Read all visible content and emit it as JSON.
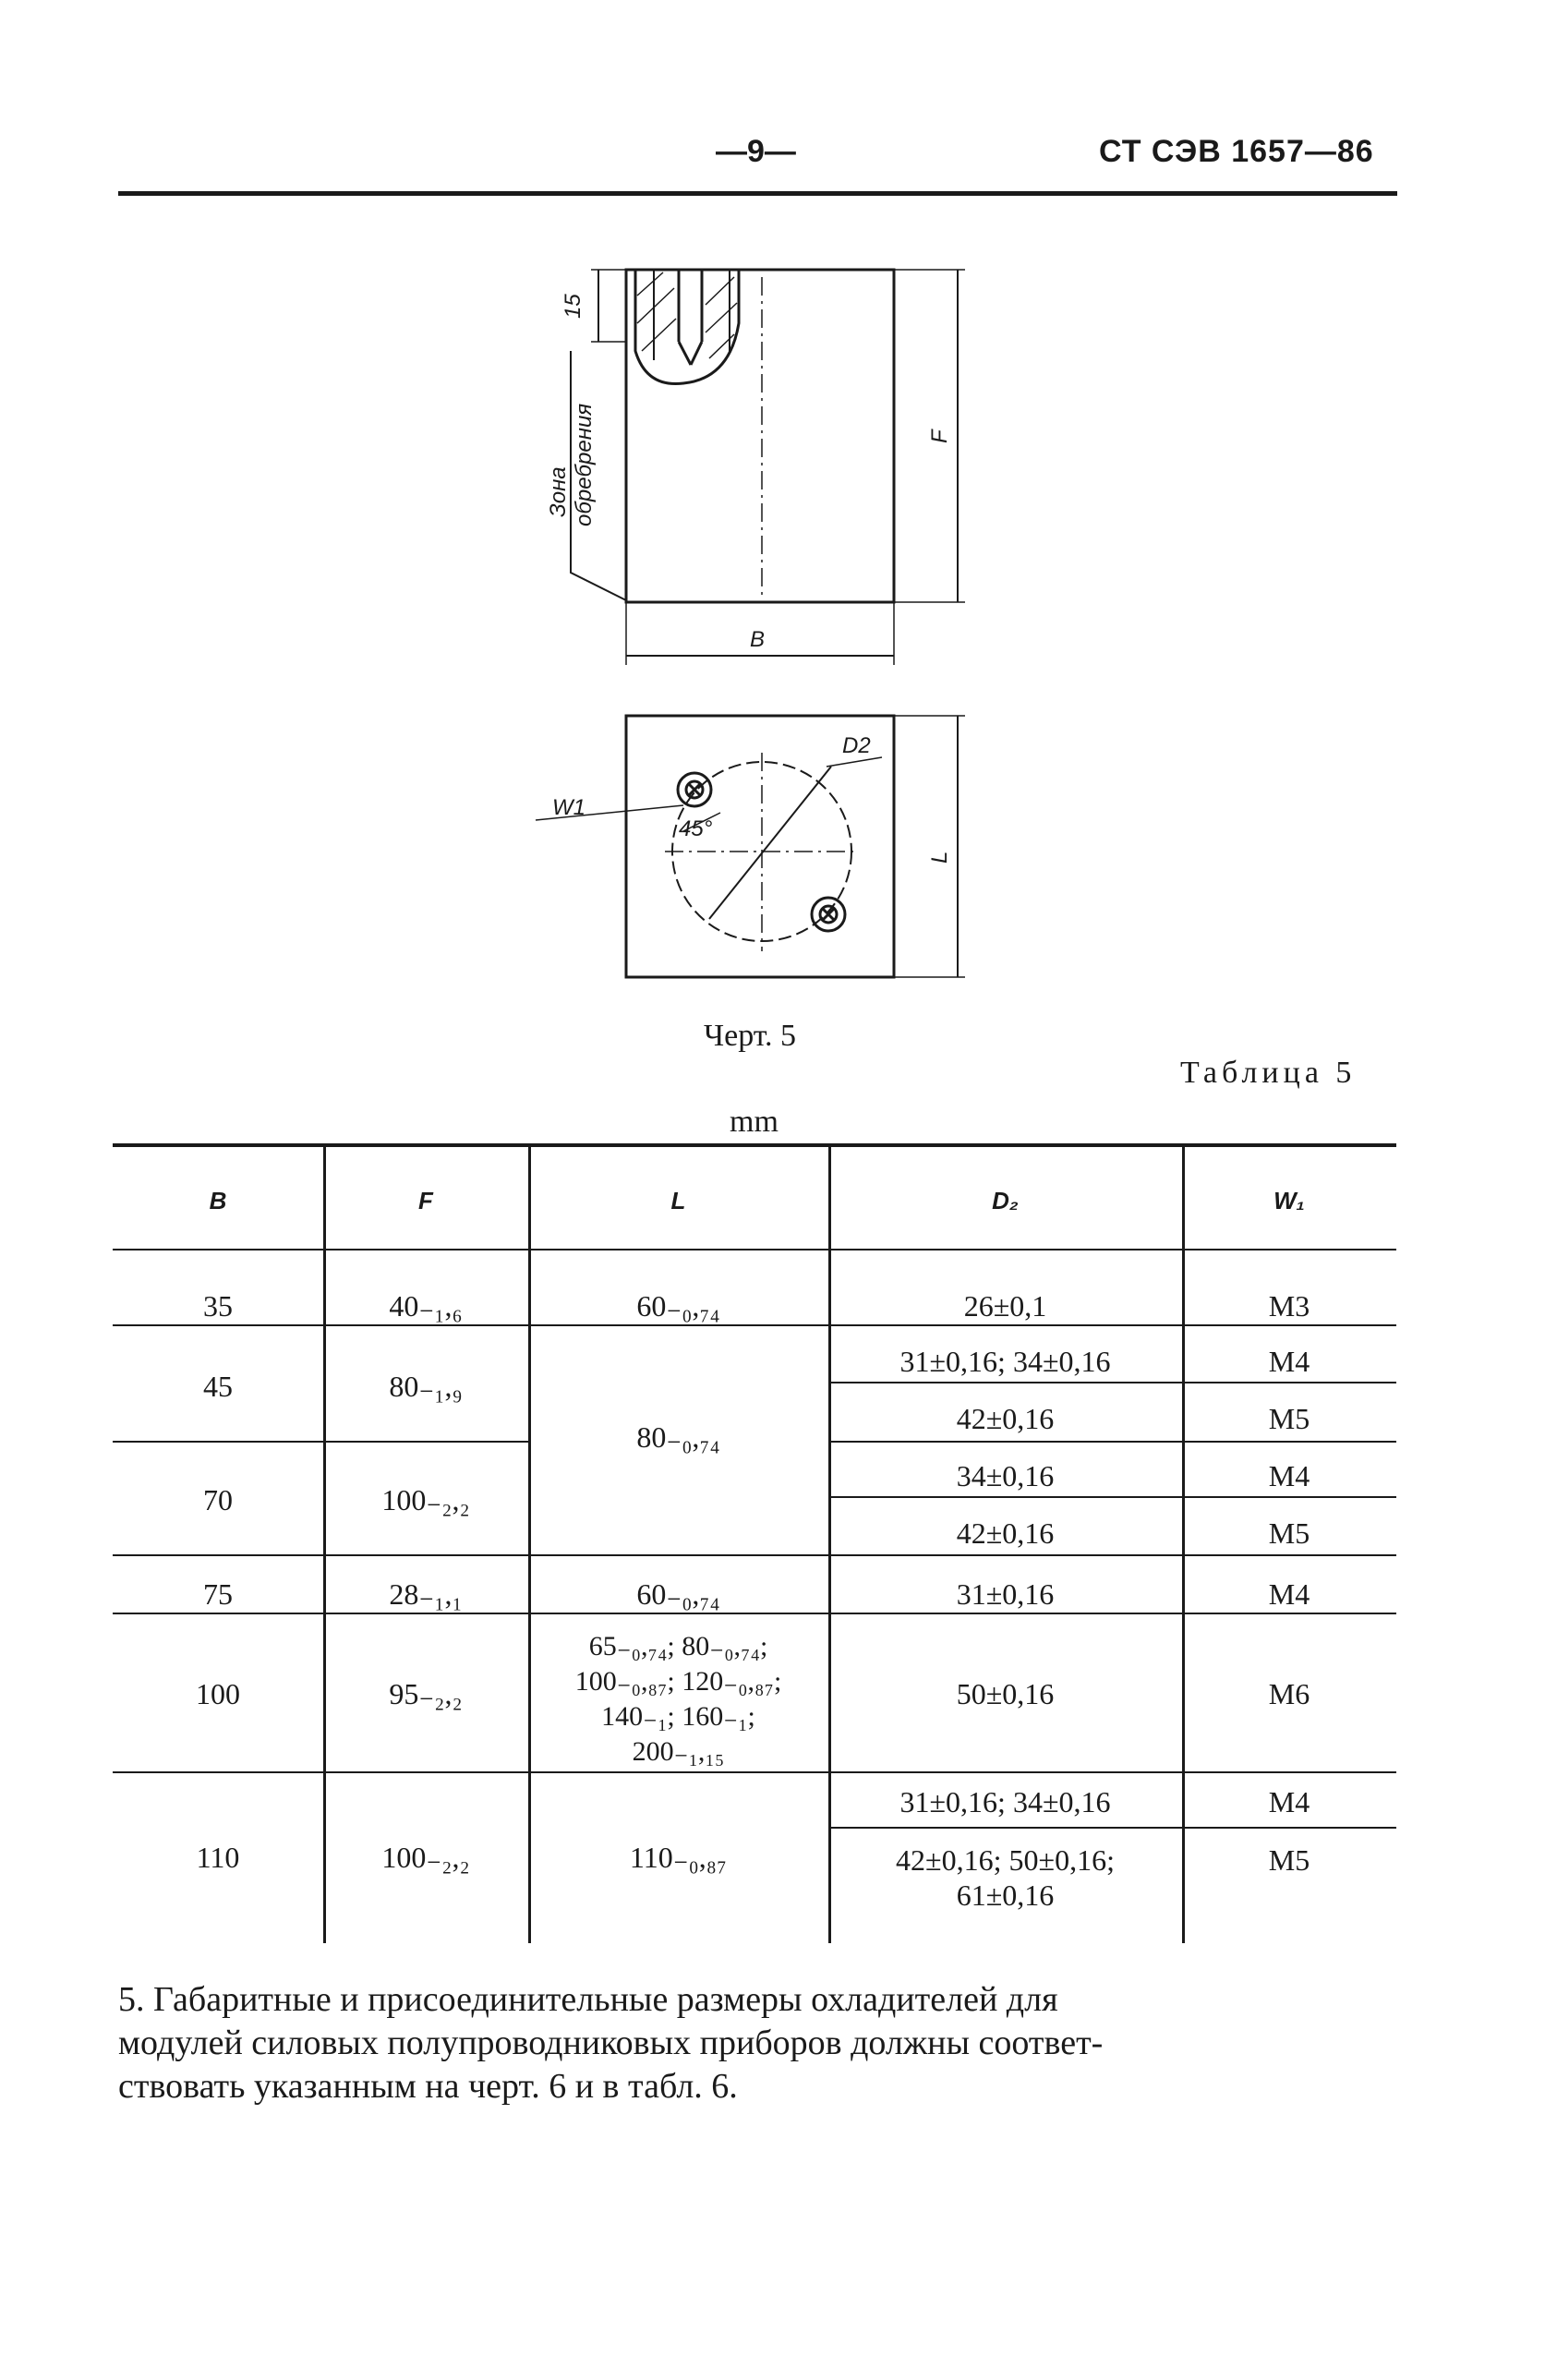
{
  "header": {
    "page": "—9—",
    "standard": "СТ СЭВ 1657—86"
  },
  "drawing": {
    "labels": {
      "dim_15": "15",
      "zone": "Зона",
      "zone2": "обребрения",
      "F": "F",
      "B": "B",
      "D2": "D2",
      "W1": "W1",
      "angle": "45°",
      "L": "L"
    }
  },
  "caption": "Черт. 5",
  "table": {
    "title": "Таблица 5",
    "units": "mm",
    "headers": [
      "B",
      "F",
      "L",
      "D₂",
      "W₁"
    ],
    "rows": {
      "b": [
        "35",
        "45",
        "70",
        "75",
        "100",
        "110"
      ],
      "f": [
        "40₋₁,₆",
        "80₋₁,₉",
        "100₋₂,₂",
        "28₋₁,₁",
        "95₋₂,₂",
        "100₋₂,₂"
      ],
      "l": [
        "60₋₀,₇₄",
        "80₋₀,₇₄",
        "60₋₀,₇₄",
        "65₋₀,₇₄; 80₋₀,₇₄;",
        "100₋₀,₈₇; 120₋₀,₈₇;",
        "140₋₁; 160₋₁;",
        "200₋₁,₁₅",
        "110₋₀,₈₇"
      ],
      "d": [
        "26±0,1",
        "31±0,16; 34±0,16",
        "42±0,16",
        "34±0,16",
        "42±0,16",
        "31±0,16",
        "50±0,16",
        "31±0,16; 34±0,16",
        "42±0,16; 50±0,16;",
        "61±0,16"
      ],
      "w": [
        "M3",
        "M4",
        "M5",
        "M4",
        "M5",
        "M4",
        "M6",
        "M4",
        "M5"
      ]
    }
  },
  "paragraph": [
    "5. Габаритные и присоединительные размеры охладителей для",
    "модулей силовых полупроводниковых приборов должны соответ-",
    "ствовать указанным на черт. 6 и в табл. 6."
  ]
}
